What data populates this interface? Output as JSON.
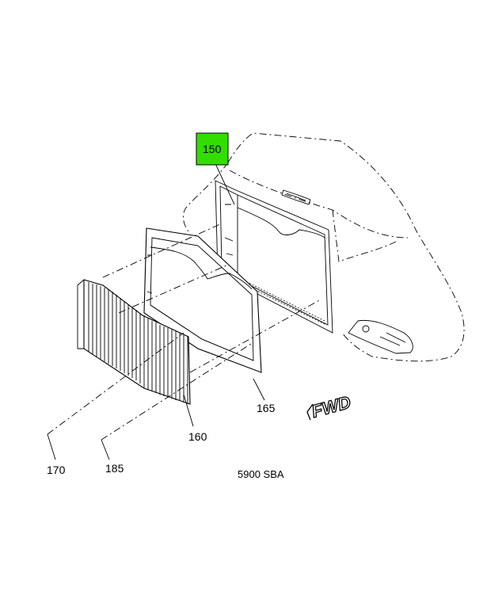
{
  "callouts": {
    "c150": "150",
    "c165": "165",
    "c160": "160",
    "c170": "170",
    "c185": "185"
  },
  "highlight_color": "#33dd00",
  "direction_label": "FWD",
  "drawing_id": "5900 SBA"
}
